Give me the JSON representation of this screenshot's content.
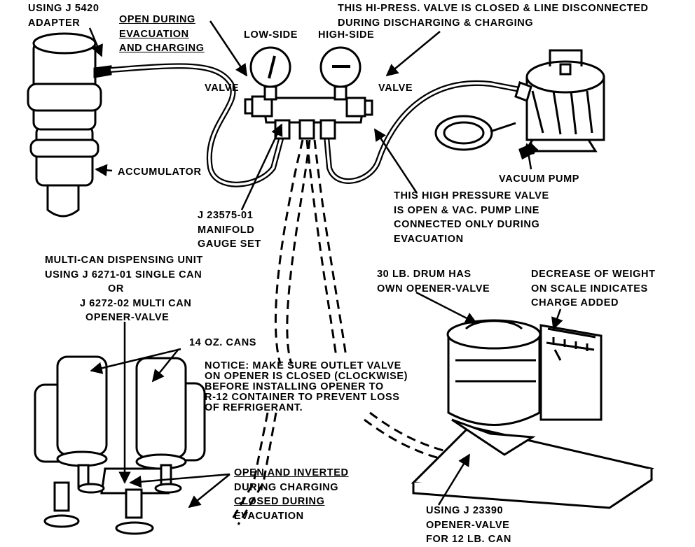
{
  "labels": {
    "j5420_l1": "USING J 5420",
    "j5420_l2": "ADAPTER",
    "open_evac_l1": "OPEN DURING",
    "open_evac_l2": "EVACUATION",
    "open_evac_l3": "AND CHARGING",
    "hipress_l1": "THIS HI-PRESS. VALVE IS CLOSED & LINE DISCONNECTED",
    "hipress_l2": "DURING DISCHARGING & CHARGING",
    "low_side": "LOW-SIDE",
    "high_side": "HIGH-SIDE",
    "valve_left": "VALVE",
    "valve_right": "VALVE",
    "accumulator": "ACCUMULATOR",
    "vacuum_pump": "VACUUM PUMP",
    "hp_l1": "THIS HIGH PRESSURE VALVE",
    "hp_l2": "IS OPEN & VAC. PUMP LINE",
    "hp_l3": "CONNECTED ONLY DURING",
    "hp_l4": "EVACUATION",
    "manifold_l1": "J 23575-01",
    "manifold_l2": "MANIFOLD",
    "manifold_l3": "GAUGE SET",
    "multican_l1": "MULTI-CAN DISPENSING UNIT",
    "multican_l2": "USING J 6271-01 SINGLE CAN",
    "multican_l3": "OR",
    "multican_l4": "J 6272-02 MULTI CAN",
    "multican_l5": "OPENER-VALVE",
    "drum_l1": "30 LB. DRUM HAS",
    "drum_l2": "OWN OPENER-VALVE",
    "weight_l1": "DECREASE OF WEIGHT",
    "weight_l2": "ON SCALE INDICATES",
    "weight_l3": "CHARGE ADDED",
    "cans_14oz": "14 OZ. CANS",
    "notice_l1": "NOTICE:  MAKE SURE OUTLET VALVE",
    "notice_l2": "ON OPENER IS CLOSED (CLOCKWISE)",
    "notice_l3": "BEFORE INSTALLING OPENER TO",
    "notice_l4": "R-12 CONTAINER TO PREVENT LOSS",
    "notice_l5": "OF REFRIGERANT.",
    "inverted_l1": "OPEN AND INVERTED",
    "inverted_l2": "DURING CHARGING",
    "inverted_l3": "CLOSED DURING",
    "inverted_l4": "EVACUATION",
    "j23390_l1": "USING J 23390",
    "j23390_l2": "OPENER-VALVE",
    "j23390_l3": "FOR 12 LB. CAN"
  },
  "colors": {
    "ink": "#000000",
    "paper": "#ffffff"
  }
}
